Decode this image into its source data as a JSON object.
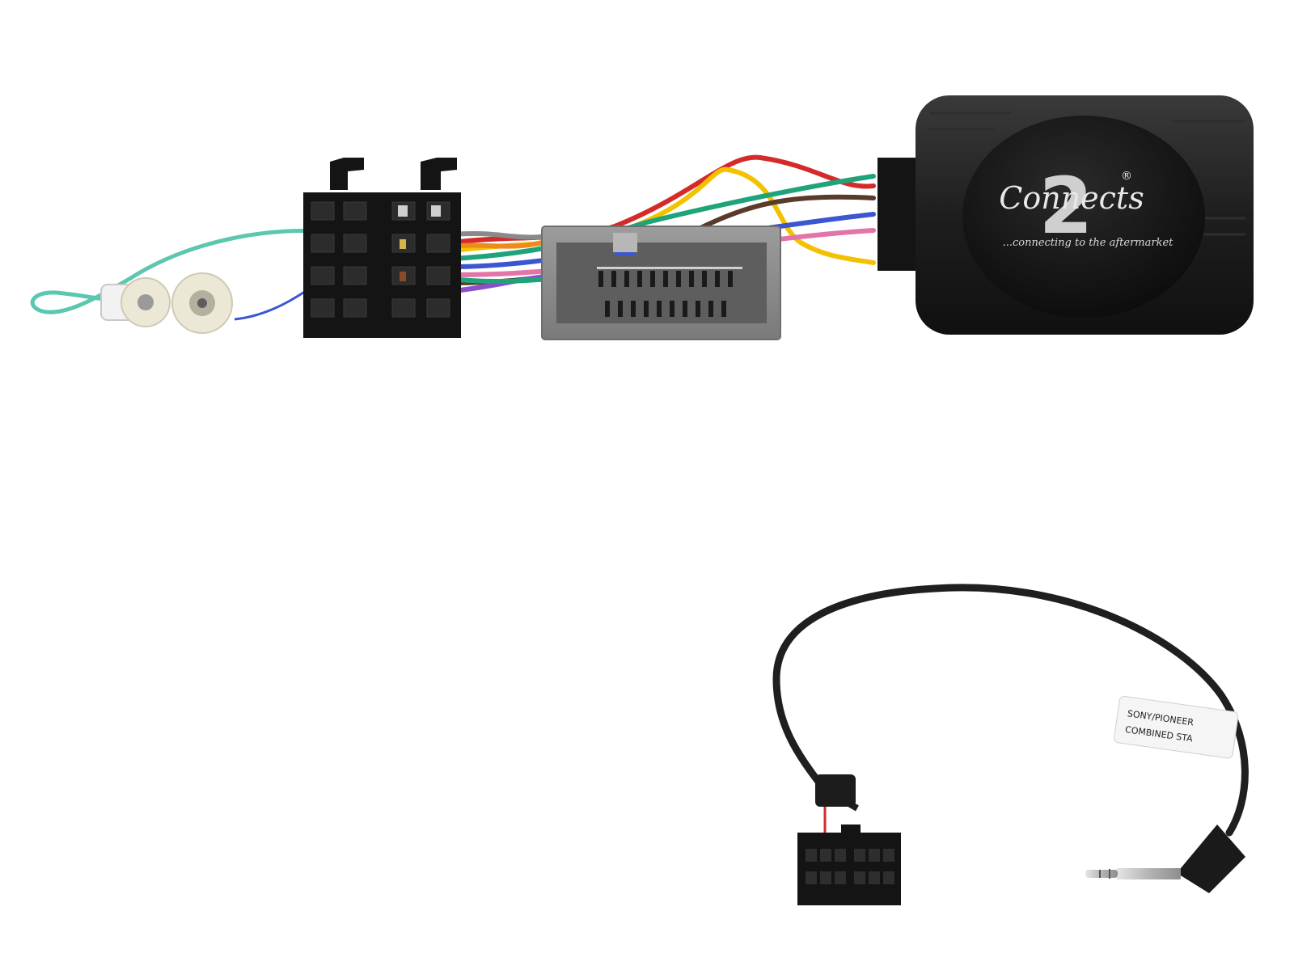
{
  "module": {
    "logo_lettering": "Connects",
    "logo_numeral": "2",
    "registered_mark": "®",
    "tagline": "...connecting to the aftermarket"
  },
  "patch_lead": {
    "label_line1": "SONY/PIONEER",
    "label_line2": "COMBINED STA"
  },
  "colors": {
    "module_body": "#1c1c1c",
    "iso_block": "#141414",
    "oem_plug": "#8e8e8e",
    "wire_red": "#d42a2a",
    "wire_yellow": "#f2c200",
    "wire_green": "#1fa37a",
    "wire_blue": "#3b56d1",
    "wire_purple": "#8b4fc8",
    "wire_pink": "#e274a8",
    "wire_orange": "#ef8a1c",
    "wire_brown": "#5a3a2a",
    "wire_grey": "#8a8a8a",
    "antenna_wire": "#5cc7b0"
  }
}
